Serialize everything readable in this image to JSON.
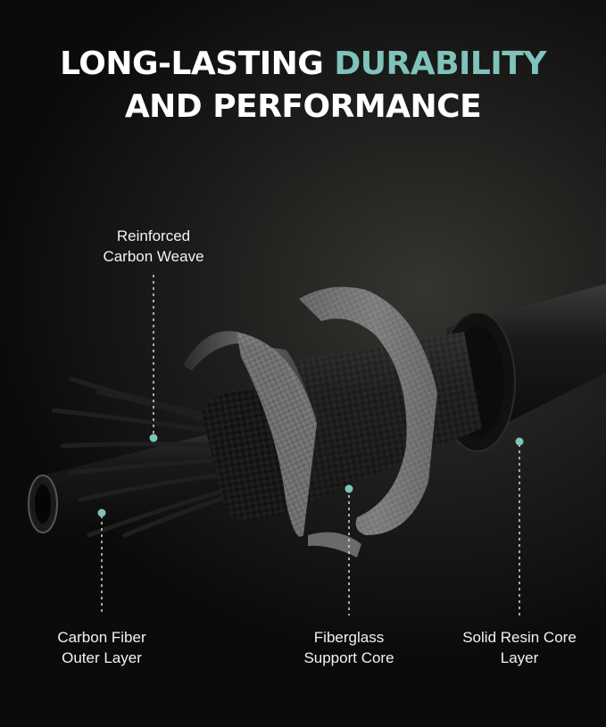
{
  "headline": {
    "line1_white": "LONG-LASTING ",
    "line1_accent": "DURABILITY",
    "line2": "AND PERFORMANCE"
  },
  "labels": {
    "reinforced": {
      "line1": "Reinforced",
      "line2": "Carbon Weave"
    },
    "carbon_fiber": {
      "line1": "Carbon Fiber",
      "line2": "Outer Layer"
    },
    "fiberglass": {
      "line1": "Fiberglass",
      "line2": "Support Core"
    },
    "resin": {
      "line1": "Solid Resin Core",
      "line2": "Layer"
    }
  },
  "colors": {
    "accent": "#7fc3bb",
    "background": "#1c1d1b",
    "marker": "#7fc3bb"
  },
  "image": {
    "subject": "layered-rod-cross-section",
    "layers": [
      "carbon-fiber-strands",
      "carbon-weave-wrap",
      "fiberglass-core",
      "solid-resin-core"
    ]
  }
}
